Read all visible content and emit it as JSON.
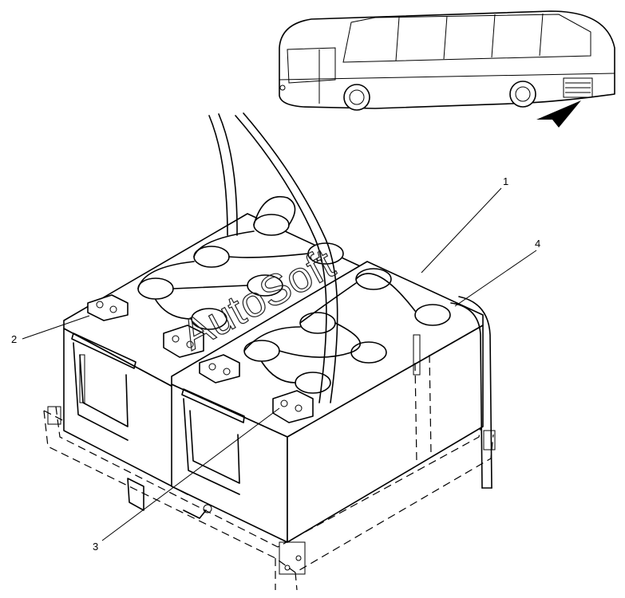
{
  "watermark": "AutoSoft",
  "callouts": [
    {
      "id": "1",
      "label": "1"
    },
    {
      "id": "2",
      "label": "2"
    },
    {
      "id": "3",
      "label": "3"
    },
    {
      "id": "4",
      "label": "4"
    }
  ]
}
